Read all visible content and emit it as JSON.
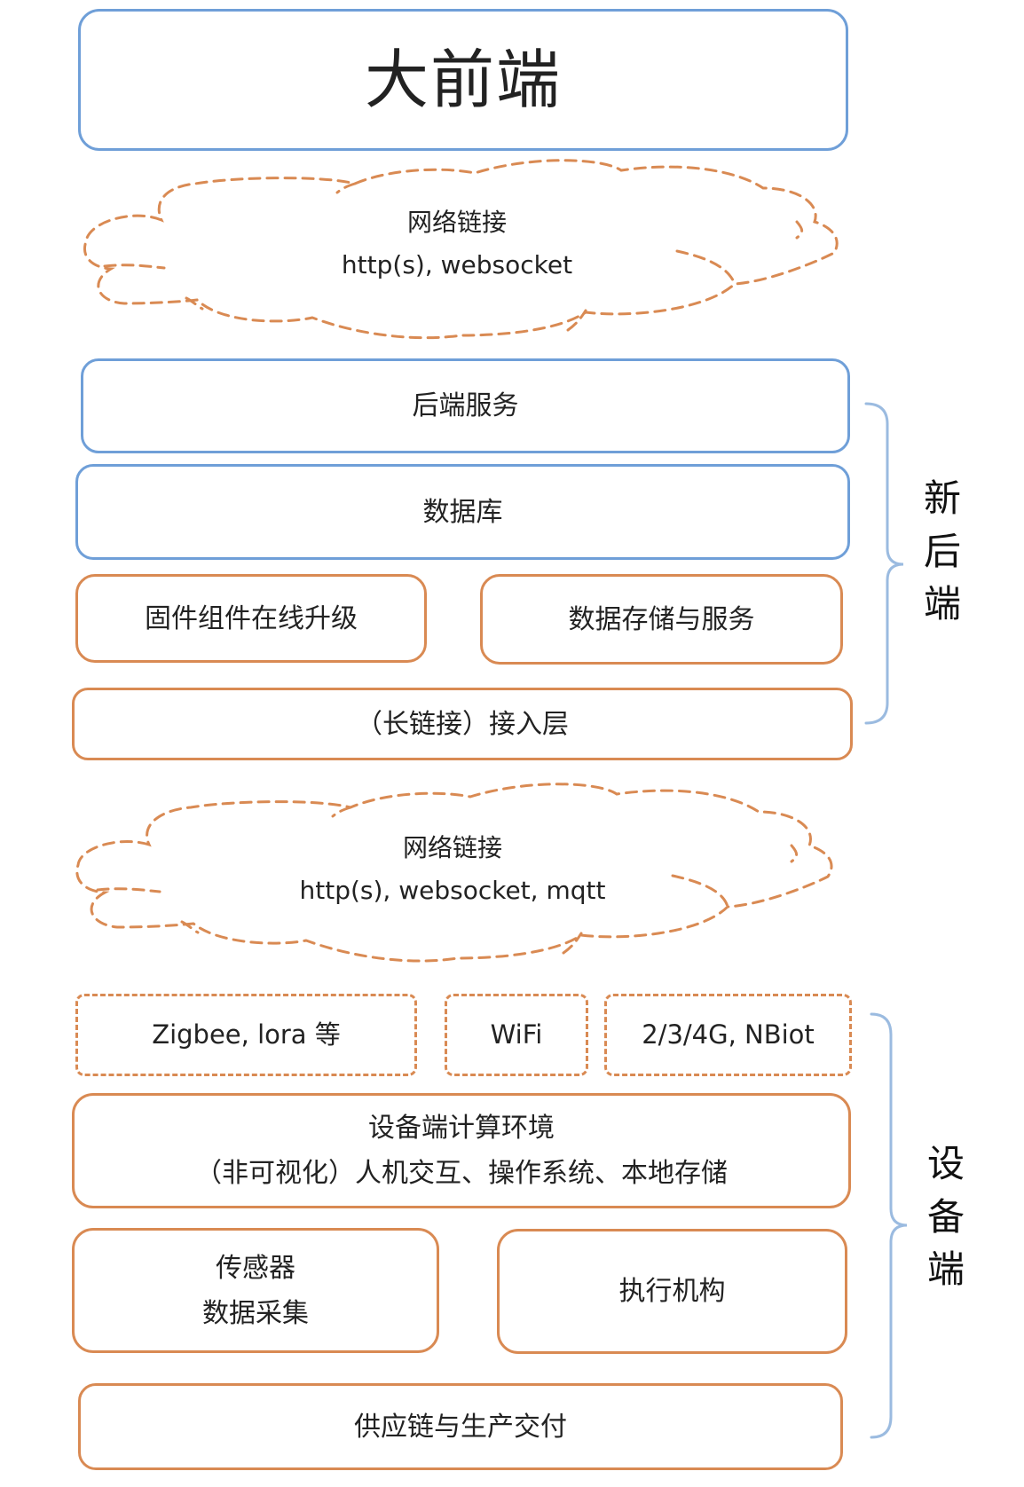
{
  "top": {
    "title": "大前端"
  },
  "cloud_upper": {
    "line1": "网络链接",
    "line2": "http(s), websocket"
  },
  "backend": {
    "service": "后端服务",
    "database": "数据库",
    "firmware_ota": "固件组件在线升级",
    "data_storage": "数据存储与服务",
    "access_layer": "（长链接）接入层",
    "label": [
      "新",
      "后",
      "端"
    ]
  },
  "cloud_lower": {
    "line1": "网络链接",
    "line2": "http(s), websocket, mqtt"
  },
  "device": {
    "net_zigbee": "Zigbee, lora 等",
    "net_wifi": "WiFi",
    "net_cellular": "2/3/4G, NBiot",
    "compute_line1": "设备端计算环境",
    "compute_line2": "（非可视化）人机交互、操作系统、本地存储",
    "sensor_line1": "传感器",
    "sensor_line2": "数据采集",
    "actuator": "执行机构",
    "supply": "供应链与生产交付",
    "label": [
      "设",
      "备",
      "端"
    ]
  },
  "colors": {
    "blue_border": "#6f9fd8",
    "orange_border": "#d98a53",
    "brace": "#9bbbe0"
  }
}
